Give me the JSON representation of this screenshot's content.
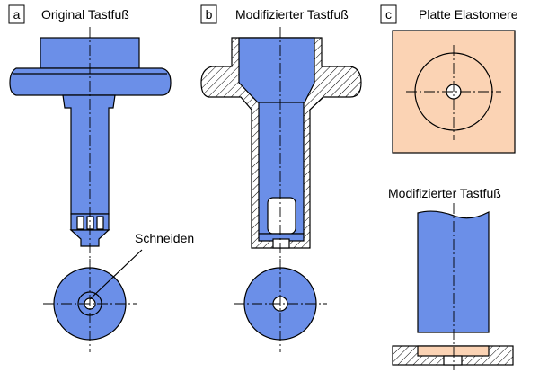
{
  "colors": {
    "part_blue": "#6b8fe8",
    "elastomer": "#fbd3b4",
    "hatch": "#000000"
  },
  "panel_a": {
    "tag": "a",
    "title": "Original Tastfuß",
    "callout": "Schneiden"
  },
  "panel_b": {
    "tag": "b",
    "title": "Modifizierter Tastfuß"
  },
  "panel_c": {
    "tag": "c",
    "title": "Platte Elastomere",
    "subtitle": "Modifizierter Tastfuß"
  }
}
